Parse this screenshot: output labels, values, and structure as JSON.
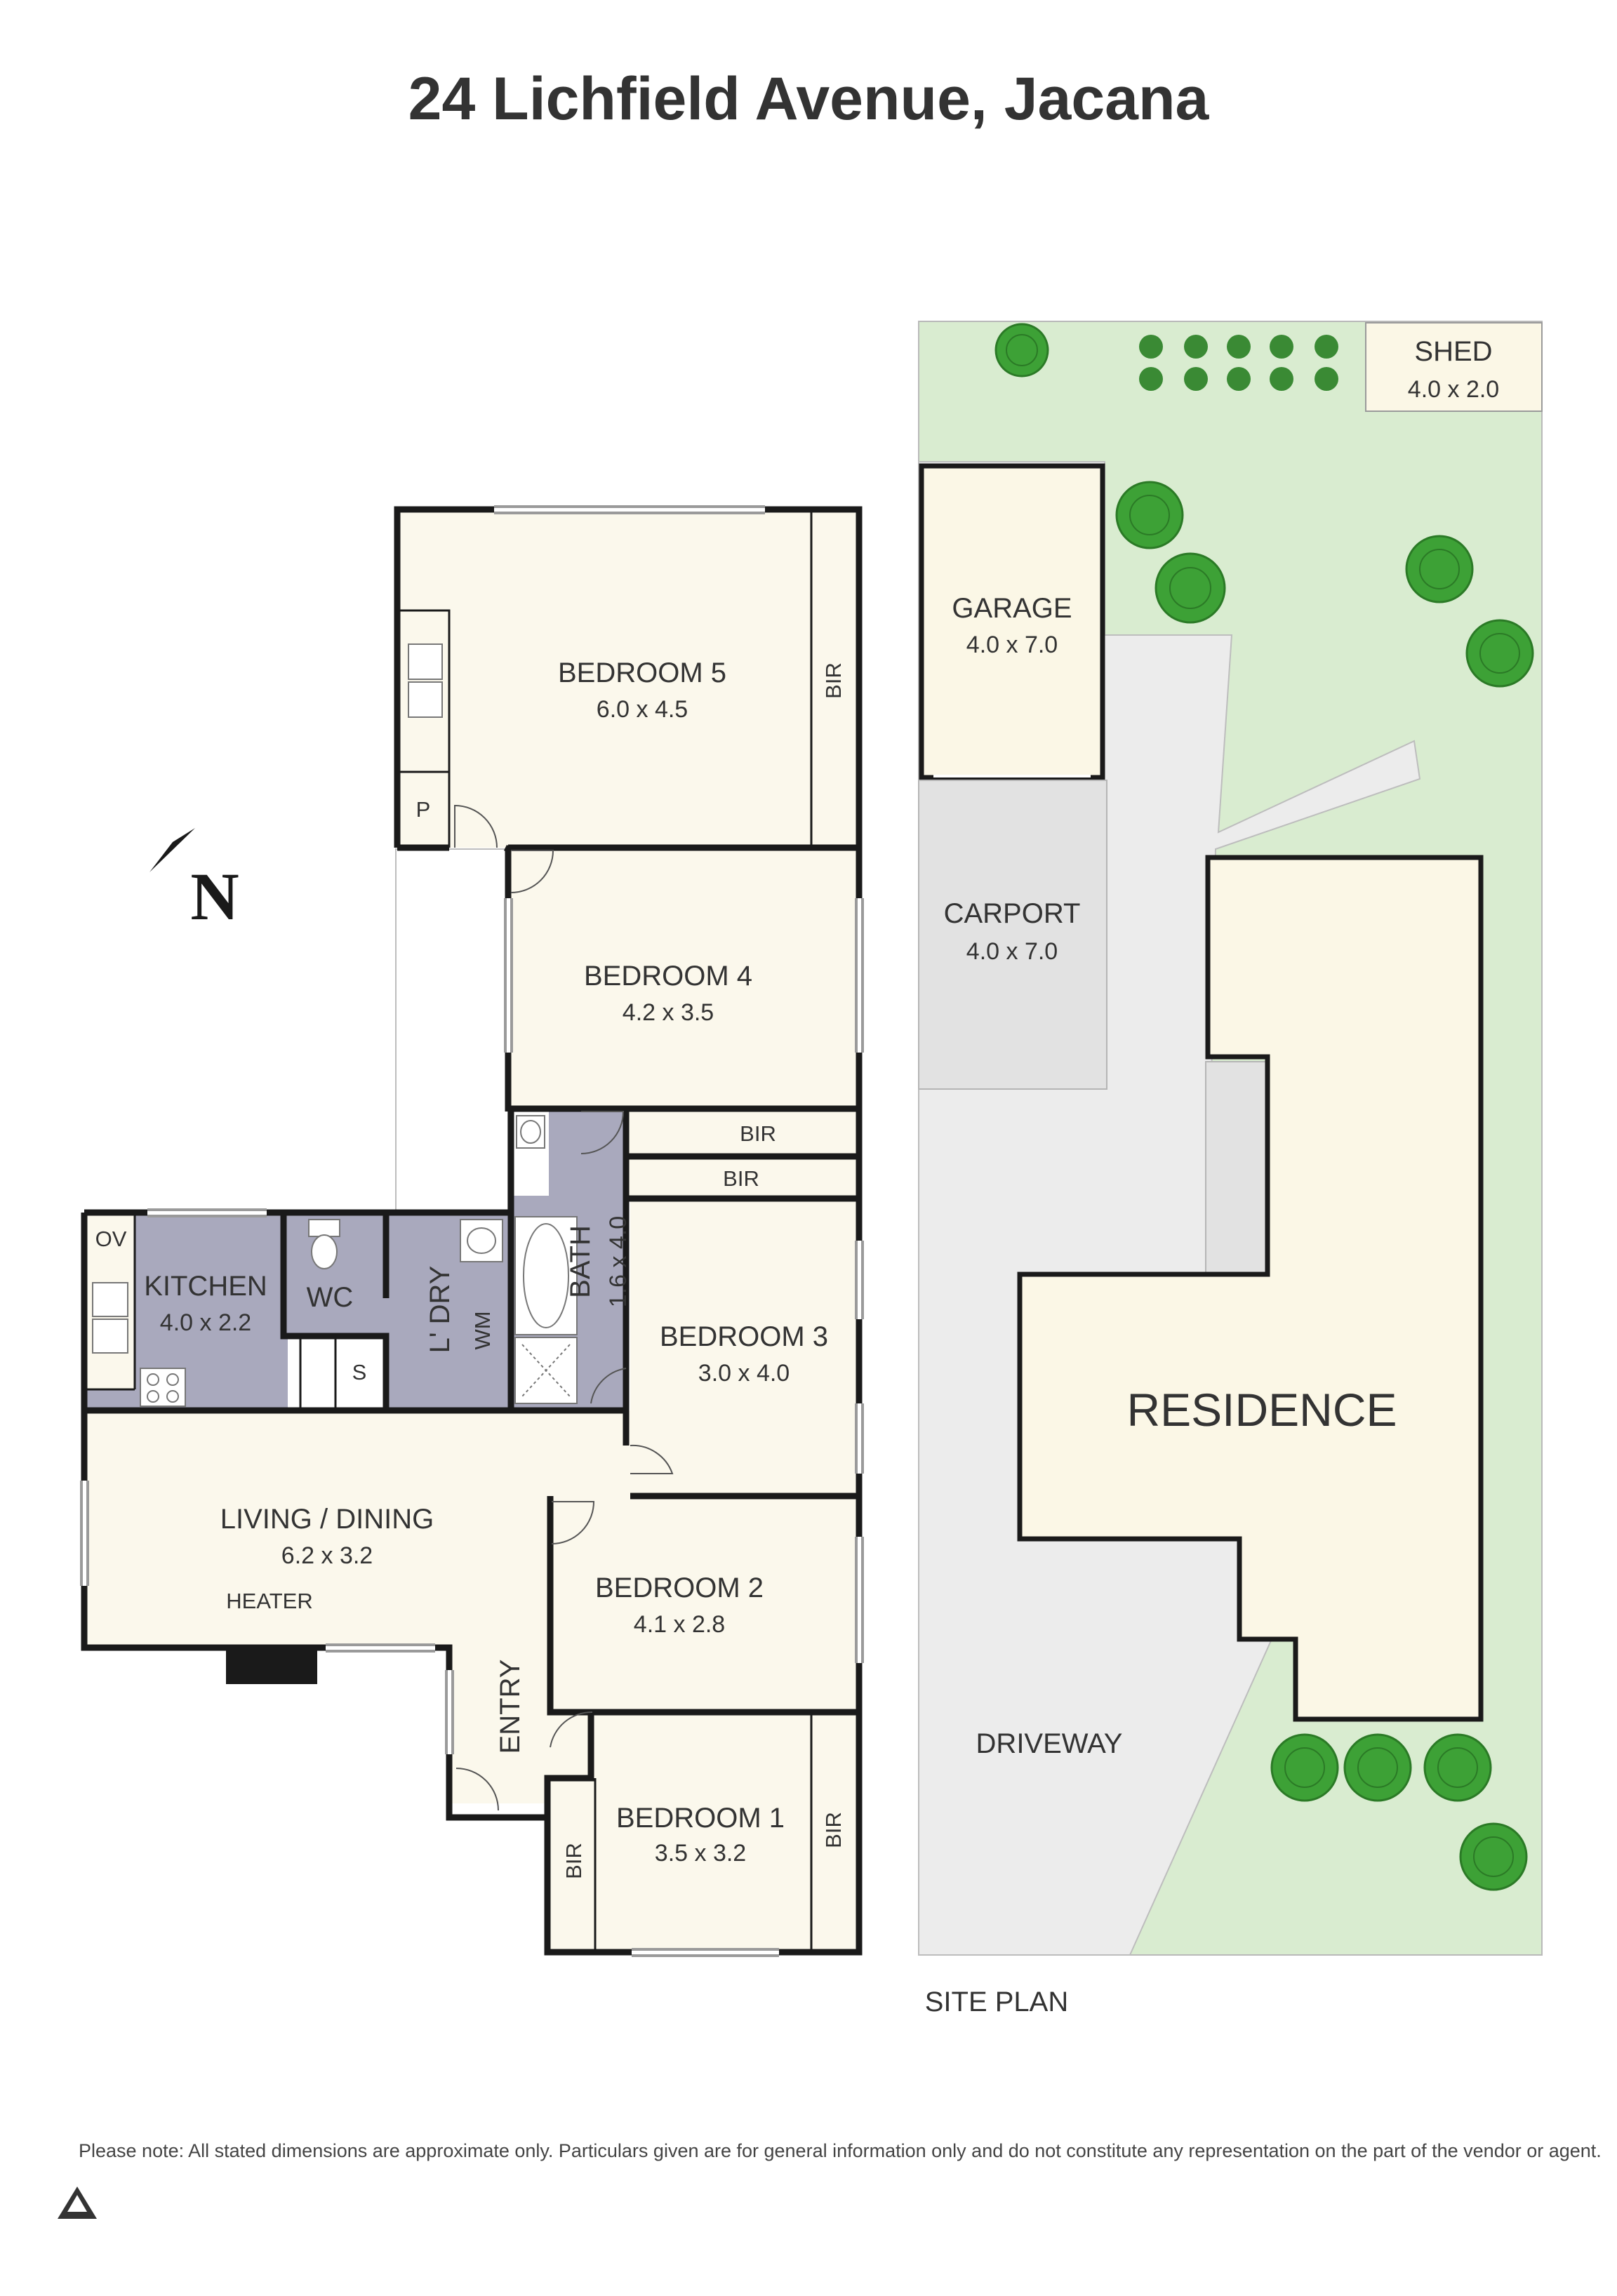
{
  "title": "24 Lichfield Avenue, Jacana",
  "disclaimer": "Please note: All stated dimensions are approximate only. Particulars given are for general information only and do not constitute any representation on the part of the vendor or agent.",
  "compass": {
    "letter": "N"
  },
  "colors": {
    "room": "#fbf8ec",
    "wet_area": "#a9a9bd",
    "wall": "#1a1a1a",
    "lawn": "#d9ecd0",
    "paving": "#ececec",
    "building": "#fbf7e6",
    "tree": "#3da136",
    "shrub": "#3a8a34"
  },
  "floor_plan": {
    "rooms": {
      "bedroom5": {
        "name": "BEDROOM 5",
        "dims": "6.0 x 4.5"
      },
      "bedroom4": {
        "name": "BEDROOM 4",
        "dims": "4.2 x 3.5"
      },
      "bedroom3": {
        "name": "BEDROOM 3",
        "dims": "3.0 x 4.0"
      },
      "bedroom2": {
        "name": "BEDROOM 2",
        "dims": "4.1 x 2.8"
      },
      "bedroom1": {
        "name": "BEDROOM 1",
        "dims": "3.5 x 3.2"
      },
      "kitchen": {
        "name": "KITCHEN",
        "dims": "4.0 x 2.2"
      },
      "living": {
        "name": "LIVING / DINING",
        "dims": "6.2 x 3.2"
      },
      "bath": {
        "name": "BATH",
        "dims": "1.6 x 4.0"
      },
      "laundry": {
        "name": "L' DRY"
      },
      "wc": {
        "name": "WC"
      },
      "entry": {
        "name": "ENTRY"
      }
    },
    "labels": {
      "bir": "BIR",
      "pantry": "P",
      "oven": "OV",
      "storage": "S",
      "washing_machine": "WM",
      "heater": "HEATER"
    }
  },
  "site_plan": {
    "caption": "SITE PLAN",
    "shed": {
      "name": "SHED",
      "dims": "4.0 x 2.0"
    },
    "garage": {
      "name": "GARAGE",
      "dims": "4.0 x 7.0"
    },
    "carport": {
      "name": "CARPORT",
      "dims": "4.0 x 7.0"
    },
    "residence": {
      "name": "RESIDENCE"
    },
    "driveway": {
      "name": "DRIVEWAY"
    }
  }
}
